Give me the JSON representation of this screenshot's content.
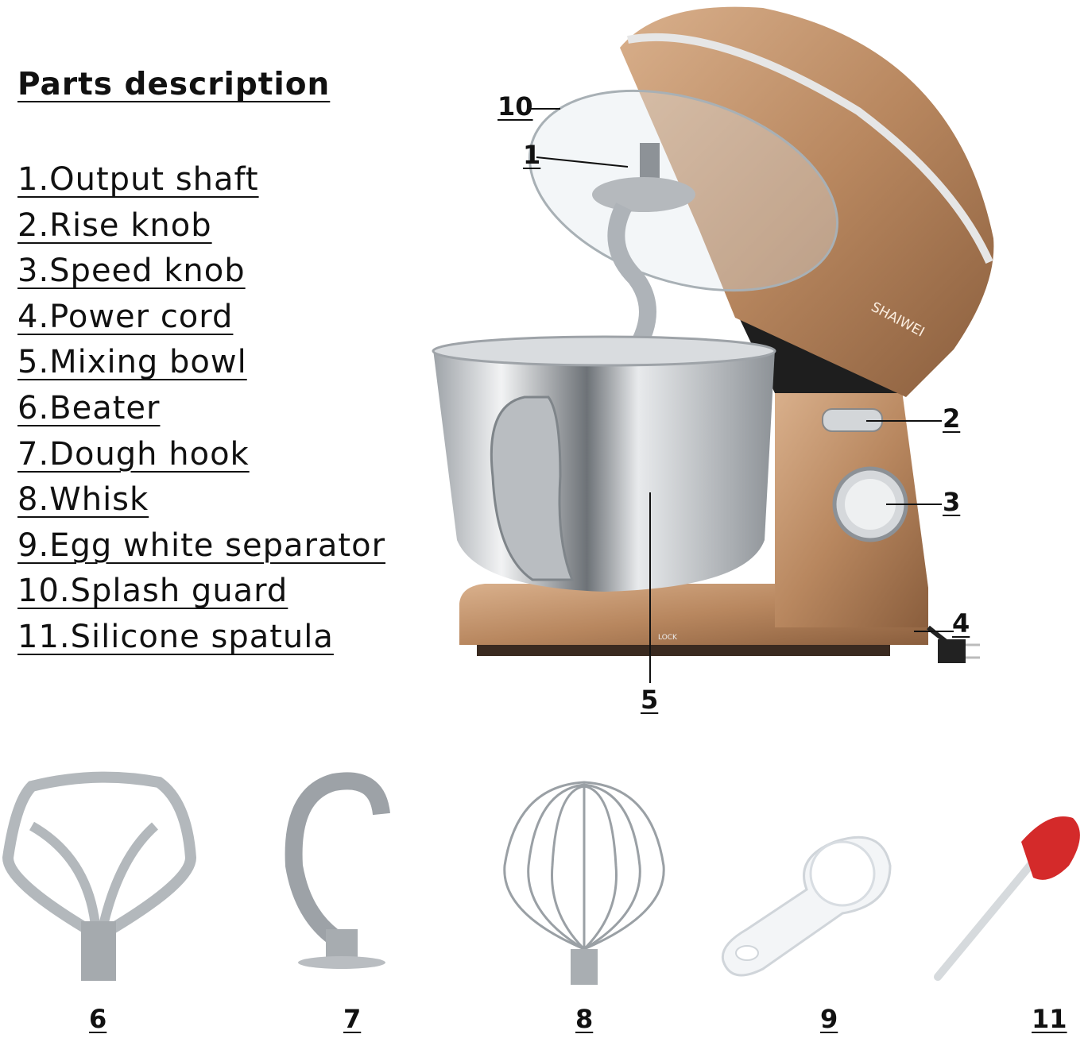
{
  "title": "Parts description",
  "parts": [
    "1.Output shaft",
    "2.Rise knob",
    "3.Speed knob",
    "4.Power cord",
    "5.Mixing bowl",
    "6.Beater",
    "7.Dough hook",
    "8.Whisk",
    "9.Egg white separator",
    "10.Splash guard",
    "11.Silicone spatula"
  ],
  "callouts": {
    "splash_guard": "10",
    "output_shaft": "1",
    "rise_knob": "2",
    "speed_knob": "3",
    "power_cord": "4",
    "mixing_bowl": "5",
    "beater": "6",
    "dough_hook": "7",
    "whisk": "8",
    "separator": "9",
    "spatula": "11"
  },
  "brand": "SHAIWEI",
  "base_label": "LOCK",
  "colors": {
    "body": "#b8875f",
    "steel": "#c9ccd0",
    "spatula_head": "#d42a2a"
  }
}
